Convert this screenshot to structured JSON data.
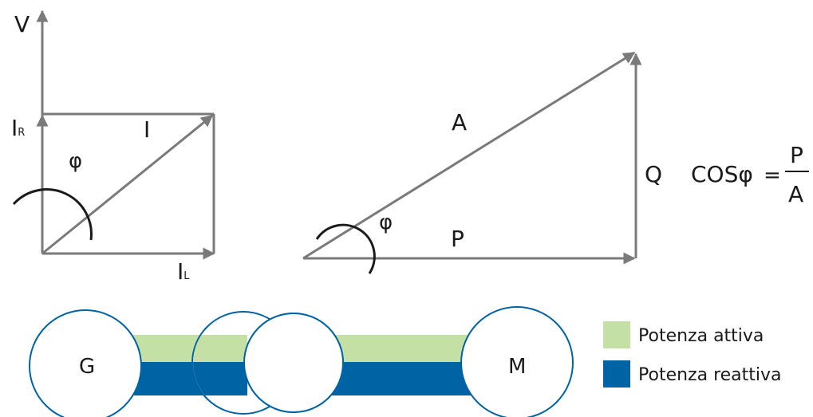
{
  "phasor_diagram": {
    "voltage_label": "V",
    "current_label": "I",
    "current_reactive_label": {
      "base": "I",
      "sub": "R"
    },
    "current_active_label": {
      "base": "I",
      "sub": "L"
    },
    "angle_label": "φ"
  },
  "power_triangle": {
    "apparent_label": "A",
    "active_label": "P",
    "reactive_label": "Q",
    "angle_label": "φ"
  },
  "formula": {
    "lhs": "COSφ",
    "equals": "=",
    "numerator": "P",
    "denominator": "A"
  },
  "power_flow": {
    "generator_label": "G",
    "motor_label": "M"
  },
  "legend": {
    "items": [
      {
        "label": "Potenza attiva",
        "color": "#c5e0a5"
      },
      {
        "label": "Potenza reattiva",
        "color": "#0063a3"
      }
    ]
  },
  "colors": {
    "vector": "#7a7a7a",
    "active": "#c5e0a5",
    "reactive": "#0063a3",
    "circle_stroke": "#0063a3"
  }
}
